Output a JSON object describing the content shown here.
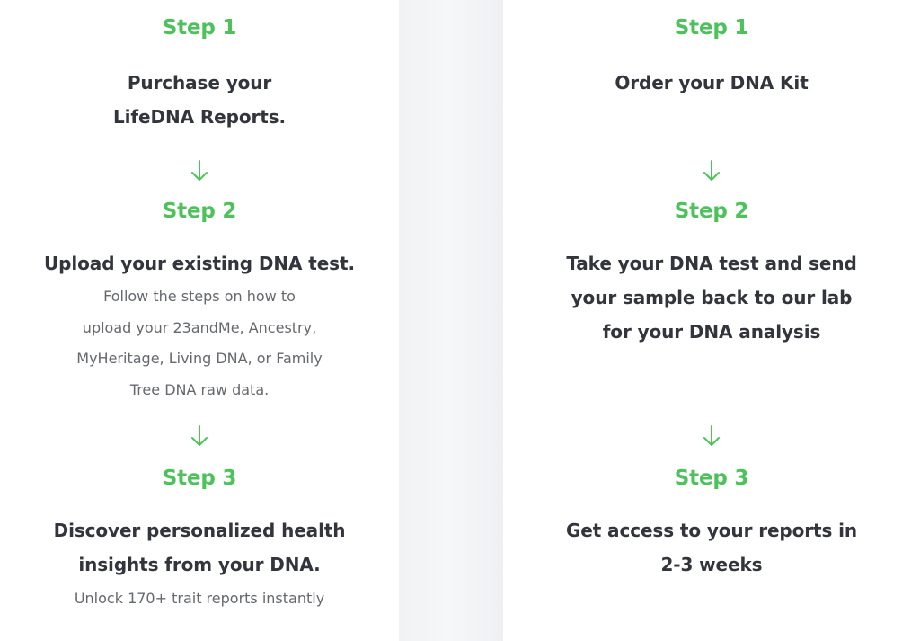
{
  "left": {
    "step1": {
      "label": "Step 1",
      "title_line1": "Purchase your",
      "title_line2": "LifeDNA Reports."
    },
    "step2": {
      "label": "Step 2",
      "title": "Upload your existing DNA test.",
      "desc_line1": "Follow the steps on how to",
      "desc_line2": "upload your 23andMe, Ancestry,",
      "desc_line3": "MyHeritage, Living DNA, or Family",
      "desc_line4": "Tree DNA raw data."
    },
    "step3": {
      "label": "Step 3",
      "title_line1": "Discover personalized health",
      "title_line2": "insights from your DNA.",
      "desc": "Unlock 170+ trait reports instantly"
    }
  },
  "right": {
    "step1": {
      "label": "Step 1",
      "title": "Order your DNA Kit"
    },
    "step2": {
      "label": "Step 2",
      "title_line1": "Take your DNA test and send",
      "title_line2": "your sample back to our lab",
      "title_line3": "for your DNA analysis"
    },
    "step3": {
      "label": "Step 3",
      "title_line1": "Get access to your reports in",
      "title_line2": "2-3 weeks"
    }
  },
  "icons": {
    "arrow": "arrow-down-icon",
    "accent_color": "#4cc25a"
  }
}
